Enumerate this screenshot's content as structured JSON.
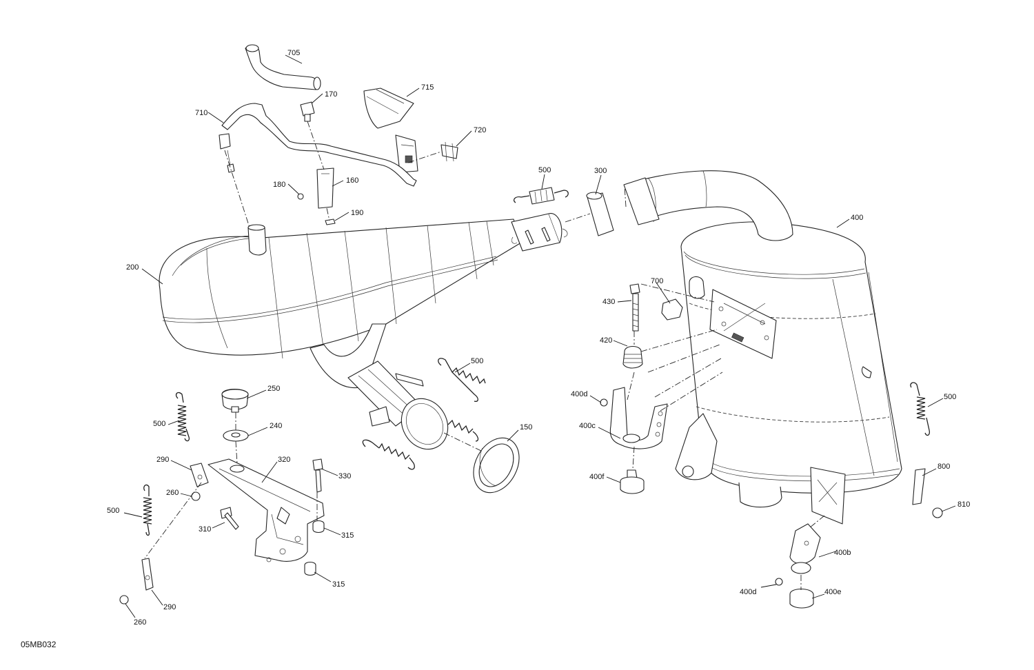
{
  "drawing_code": "05MB032",
  "callouts": {
    "c705": "705",
    "c170": "170",
    "c715": "715",
    "c710": "710",
    "c720": "720",
    "c160": "160",
    "c180": "180",
    "c190": "190",
    "c500a": "500",
    "c300": "300",
    "c400": "400",
    "c200": "200",
    "c700": "700",
    "c430": "430",
    "c420": "420",
    "c500b": "500",
    "c250": "250",
    "c500c": "500",
    "c240": "240",
    "c150": "150",
    "c400d1": "400d",
    "c400c": "400c",
    "c500d": "500",
    "c290a": "290",
    "c320": "320",
    "c330": "330",
    "c400f": "400f",
    "c800": "800",
    "c260a": "260",
    "c500e": "500",
    "c810": "810",
    "c310": "310",
    "c315a": "315",
    "c400b": "400b",
    "c315b": "315",
    "c400d2": "400d",
    "c400e": "400e",
    "c290b": "290",
    "c260b": "260"
  }
}
